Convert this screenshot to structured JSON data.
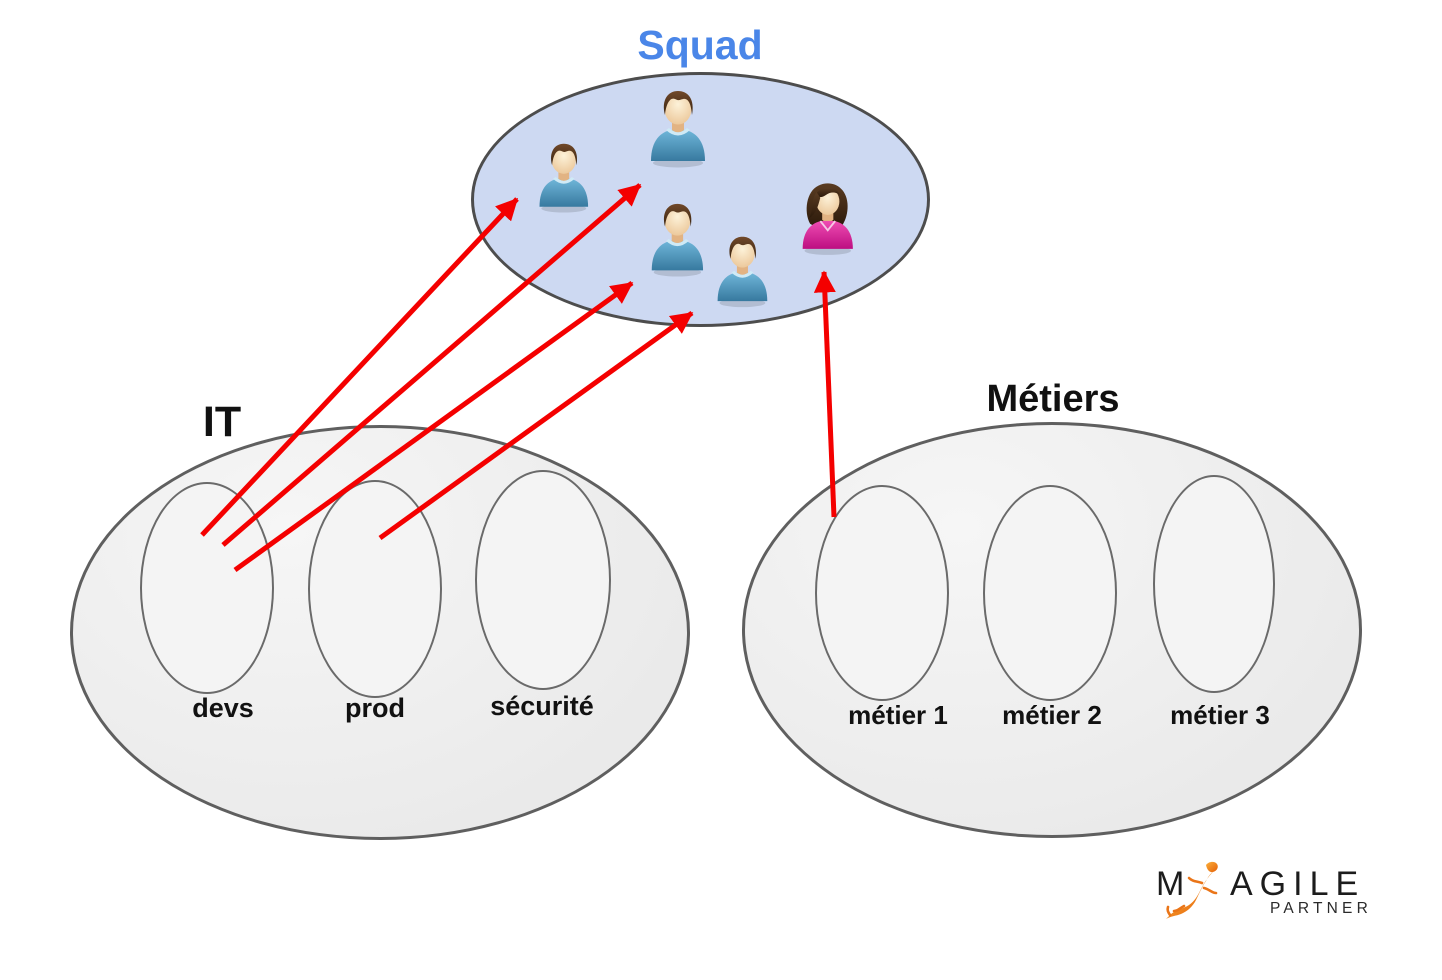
{
  "squad": {
    "label": "Squad",
    "members": [
      {
        "icon": "person-male-icon"
      },
      {
        "icon": "person-male-icon"
      },
      {
        "icon": "person-male-icon"
      },
      {
        "icon": "person-male-icon"
      },
      {
        "icon": "person-female-icon"
      }
    ]
  },
  "it_group": {
    "label": "IT",
    "subgroups": [
      {
        "label": "devs"
      },
      {
        "label": "prod"
      },
      {
        "label": "sécurité"
      }
    ]
  },
  "metiers_group": {
    "label": "Métiers",
    "subgroups": [
      {
        "label": "métier 1"
      },
      {
        "label": "métier 2"
      },
      {
        "label": "métier 3"
      }
    ]
  },
  "arrows": [
    {
      "from": "devs",
      "to": "Squad"
    },
    {
      "from": "devs",
      "to": "Squad"
    },
    {
      "from": "devs",
      "to": "Squad"
    },
    {
      "from": "prod",
      "to": "Squad"
    },
    {
      "from": "métier 1",
      "to": "Squad"
    }
  ],
  "logo": {
    "word_start": "M",
    "word_end": "AGILE",
    "line2": "PARTNER",
    "mark": "gecko-icon"
  },
  "colors": {
    "squad_title": "#4a86e8",
    "squad_fill": "#cdd9f2",
    "group_fill": "#eaeaea",
    "inner_fill": "#f4f4f4",
    "outline": "#4d4d4d",
    "arrow_red": "#f40000",
    "male_shirt": "#4e9ec4",
    "female_shirt": "#d9269e",
    "hair_brown": "#5b3b1e",
    "skin": "#f6e3c0",
    "logo_orange": "#f08019",
    "logo_text": "#1c1c1c",
    "label_black": "#111111"
  }
}
